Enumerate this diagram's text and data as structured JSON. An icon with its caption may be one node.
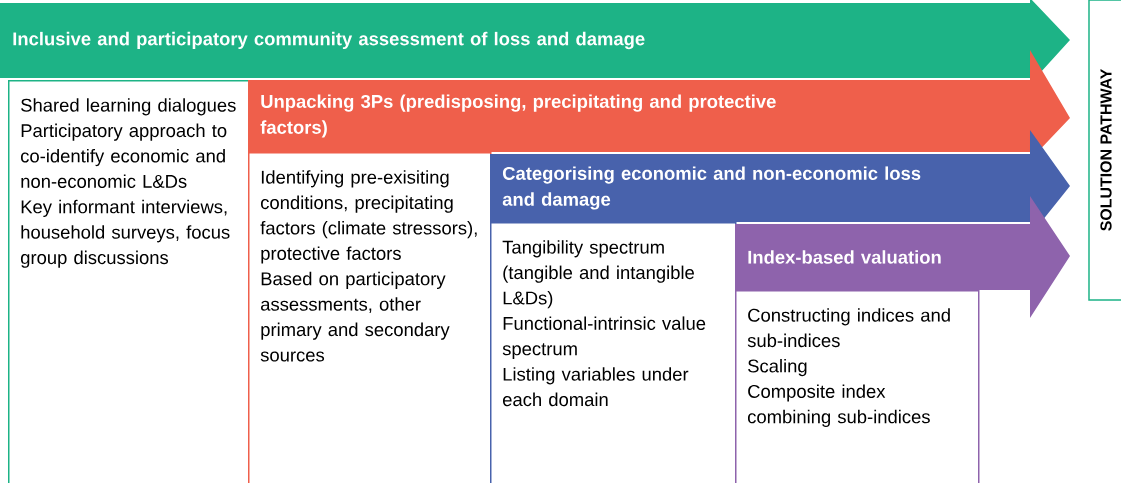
{
  "diagram": {
    "nodes": [
      {
        "text": [
          "Inclusive and participatory community assessment of loss and damage"
        ]
      },
      {
        "text": [
          "Shared learning dialogues",
          "Participatory approach to co-identify economic and non-economic L&Ds",
          "Key informant interviews, household surveys, focus group discussions"
        ]
      },
      {
        "text": [
          "Unpacking 3Ps (predisposing, precipitating and protective factors)"
        ]
      },
      {
        "text": [
          "Identifying pre-exisiting conditions, precipitating factors (climate stressors), protective factors",
          "Based on participatory assessments, other primary and secondary sources"
        ]
      },
      {
        "text": [
          "Categorising economic and non-economic loss and damage"
        ]
      },
      {
        "text": [
          "Tangibility spectrum (tangible and intangible L&Ds)",
          "Functional-intrinsic value spectrum",
          "Listing variables under each domain"
        ]
      },
      {
        "text": [
          "Index-based valuation"
        ]
      },
      {
        "text": [
          "Constructing indices and sub-indices",
          "Scaling",
          "Composite index combining sub-indices"
        ]
      },
      {
        "text": [
          "SOLUTION PATHWAY"
        ]
      }
    ]
  }
}
